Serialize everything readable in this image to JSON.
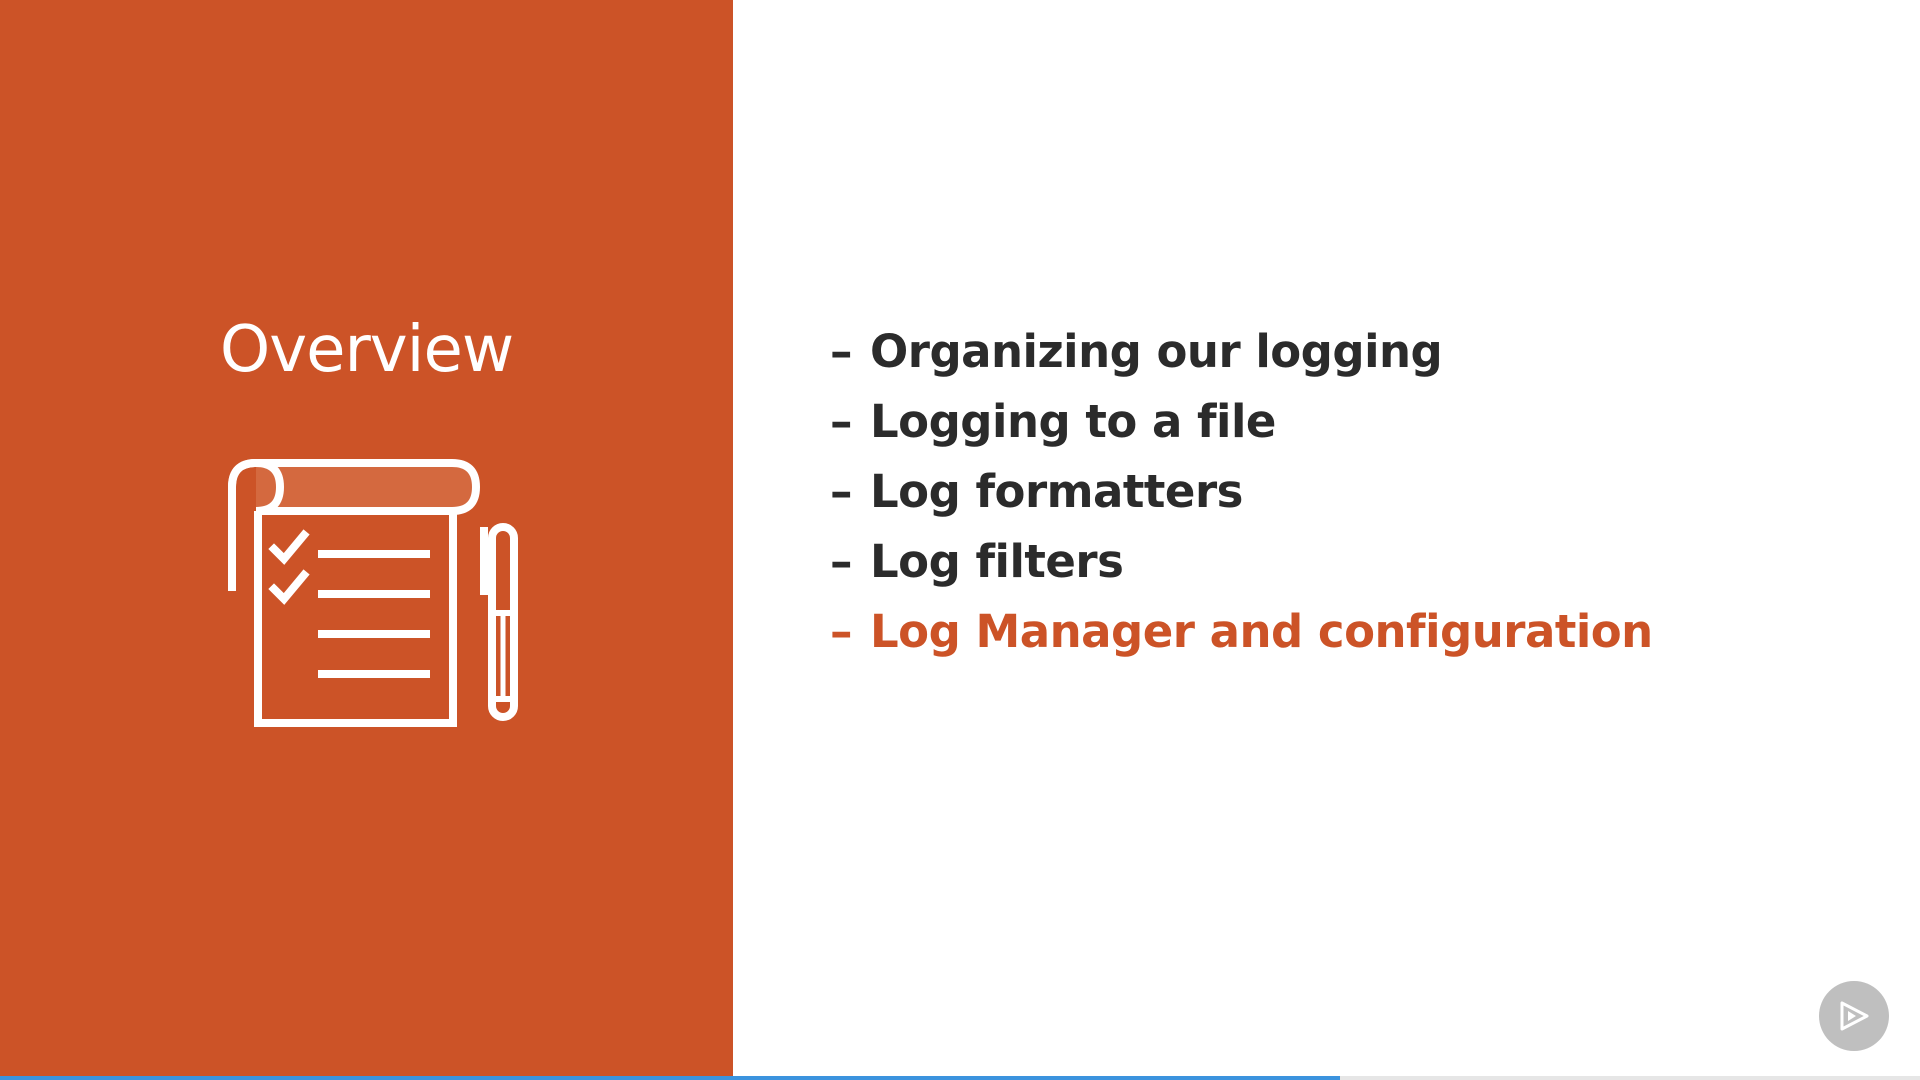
{
  "slide": {
    "title": "Overview",
    "accent_color": "#cc5327",
    "text_color": "#2b2b2b",
    "dash": "–",
    "bullets": [
      {
        "text": "Organizing our logging",
        "active": false
      },
      {
        "text": "Logging to a file",
        "active": false
      },
      {
        "text": "Log formatters",
        "active": false
      },
      {
        "text": "Log filters",
        "active": false
      },
      {
        "text": "Log Manager and configuration",
        "active": true
      }
    ],
    "icon": "checklist-notepad-with-pen-icon"
  },
  "player": {
    "badge_icon": "play-logo-icon",
    "progress_fraction": 0.698,
    "progress_color": "#3b93de"
  }
}
